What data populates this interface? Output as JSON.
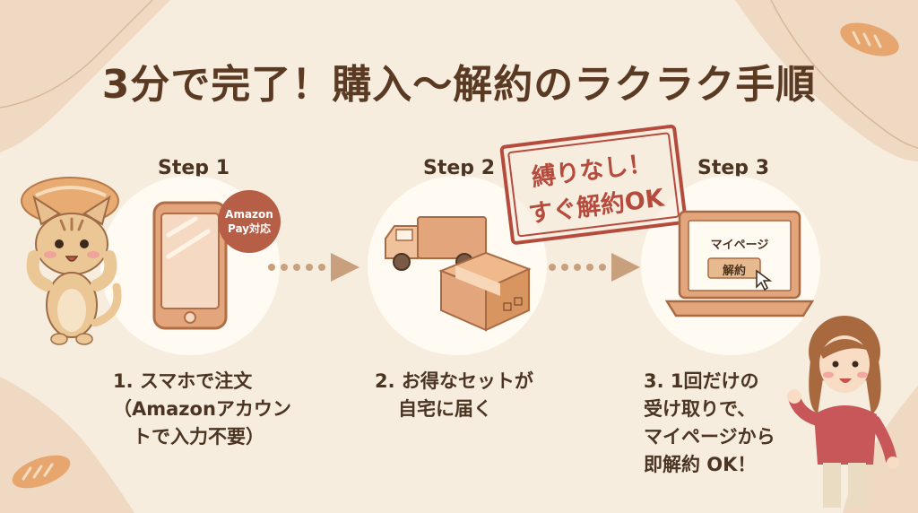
{
  "title": "3分で完了！購入〜解約のラクラク手順",
  "steps": [
    {
      "label": "Step 1",
      "desc": [
        "1. スマホで注文",
        "（Amazonアカウン",
        "トで入力不要）"
      ]
    },
    {
      "label": "Step 2",
      "desc": [
        "2. お得なセットが",
        "自宅に届く"
      ]
    },
    {
      "label": "Step 3",
      "desc": [
        "3. 1回だけの",
        "受け取りで、",
        "マイページから",
        "即解約 OK！"
      ]
    }
  ],
  "badge": {
    "line1": "Amazon",
    "line2": "Pay対応"
  },
  "stamp": {
    "line1": "縛りなし！",
    "line2": "すぐ解約OK"
  },
  "laptop": {
    "heading": "マイページ",
    "button": "解約"
  },
  "colors": {
    "background": "#f7eddf",
    "accent": "#b54b3c",
    "title": "#5a3a22",
    "orange": "#e3a57b"
  }
}
